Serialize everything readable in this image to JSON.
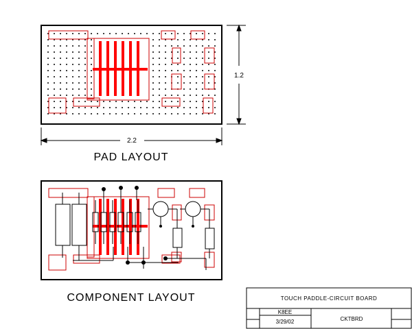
{
  "colors": {
    "background": "#ffffff",
    "outline": "#000000",
    "pad": "#cc0000",
    "trace": "#ff0000",
    "dot": "#000000"
  },
  "pad_layout": {
    "caption": "PAD LAYOUT",
    "width_dimension": "2.2",
    "height_dimension": "1.2"
  },
  "component_layout": {
    "caption": "COMPONENT LAYOUT"
  },
  "title_block": {
    "title": "TOUCH PADDLE-CIRCUIT BOARD",
    "author": "K8EE",
    "date": "3/29/02",
    "drawing_name": "CKTBRD"
  }
}
